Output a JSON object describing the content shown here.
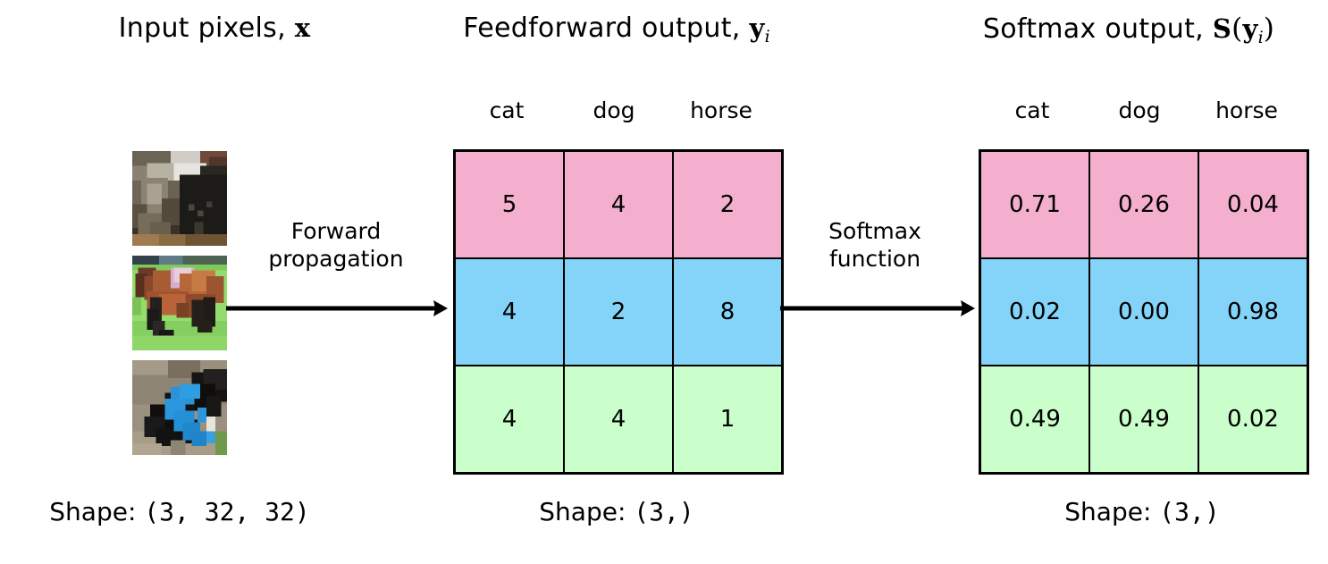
{
  "titles": {
    "input": {
      "text": "Input pixels, ",
      "symbol": "x"
    },
    "feedforward": {
      "text": "Feedforward output, ",
      "symbol": "y",
      "subscript": "i"
    },
    "softmax": {
      "text": "Softmax output, ",
      "symbol_s": "S",
      "paren_open": "(",
      "symbol_y": "y",
      "subscript": "i",
      "paren_close": ")"
    }
  },
  "class_headers": [
    "cat",
    "dog",
    "horse"
  ],
  "arrows": {
    "forward": {
      "line1": "Forward",
      "line2": "propagation"
    },
    "softmax": {
      "line1": "Softmax",
      "line2": "function"
    }
  },
  "shapes": {
    "input": {
      "prefix": "Shape: ",
      "value": "(3, 32, 32)"
    },
    "logits": {
      "prefix": "Shape: ",
      "value": "(3,)"
    },
    "probs": {
      "prefix": "Shape: ",
      "value": "(3,)"
    }
  },
  "thumbnails": [
    {
      "name": "cat-thumbnail",
      "alt": "cat"
    },
    {
      "name": "horse-thumbnail",
      "alt": "horse"
    },
    {
      "name": "dog-thumbnail",
      "alt": "dog"
    }
  ],
  "colors": {
    "row_pink": "#f4afce",
    "row_blue": "#84d3f8",
    "row_green": "#caffcb",
    "border": "#000000",
    "background": "#ffffff"
  },
  "chart_data": {
    "type": "table",
    "title": "Softmax transformation of feedforward outputs",
    "categories": [
      "cat",
      "dog",
      "horse"
    ],
    "row_labels": [
      "cat-image",
      "horse-image",
      "dog-image"
    ],
    "row_colors": [
      "#f4afce",
      "#84d3f8",
      "#caffcb"
    ],
    "tables": [
      {
        "name": "feedforward-output",
        "title": "Feedforward output, y_i",
        "columns": [
          "cat",
          "dog",
          "horse"
        ],
        "rows": [
          [
            "5",
            "4",
            "2"
          ],
          [
            "4",
            "2",
            "8"
          ],
          [
            "4",
            "4",
            "1"
          ]
        ],
        "shape": "(3,)"
      },
      {
        "name": "softmax-output",
        "title": "Softmax output, S(y_i)",
        "columns": [
          "cat",
          "dog",
          "horse"
        ],
        "rows": [
          [
            "0.71",
            "0.26",
            "0.04"
          ],
          [
            "0.02",
            "0.00",
            "0.98"
          ],
          [
            "0.49",
            "0.49",
            "0.02"
          ]
        ],
        "shape": "(3,)"
      }
    ]
  }
}
